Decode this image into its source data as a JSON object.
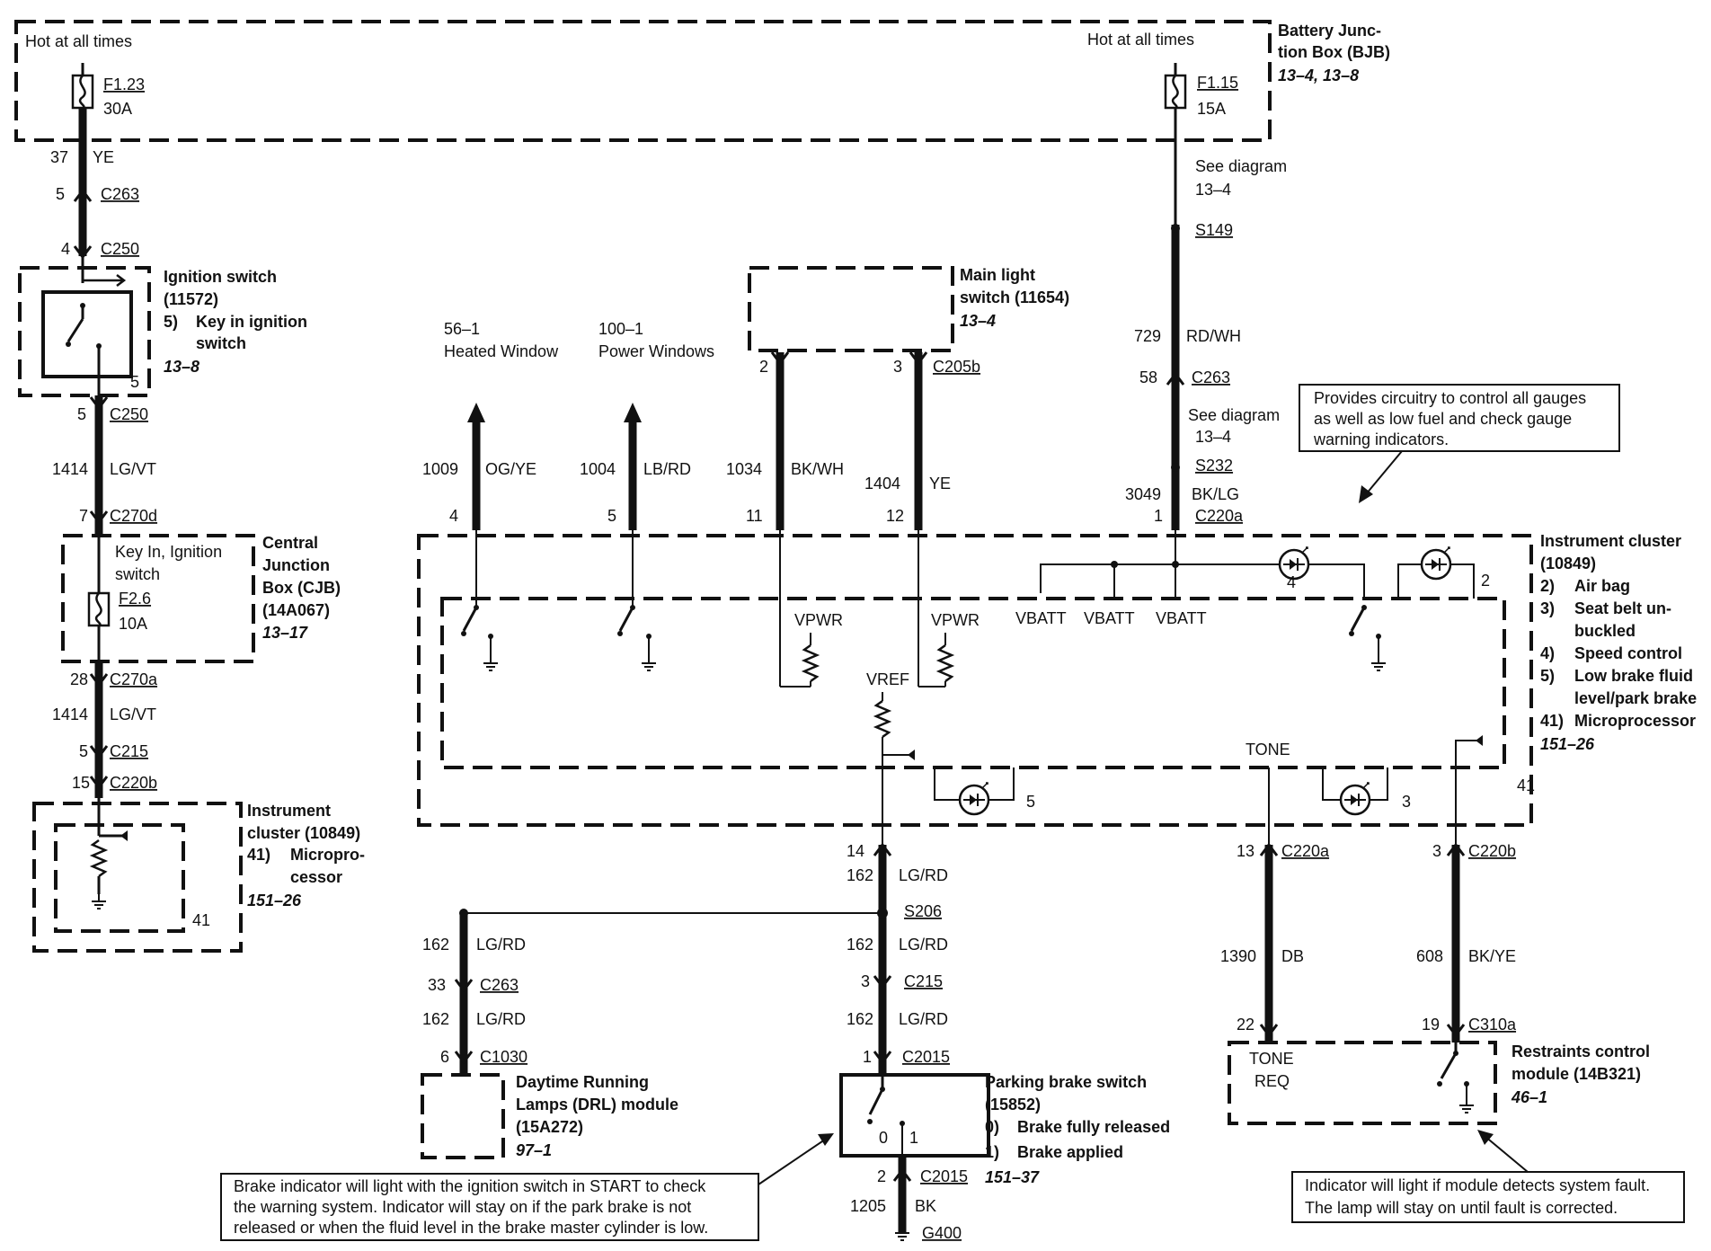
{
  "bjb": {
    "hot_left": "Hot at all times",
    "hot_right": "Hot at all times",
    "title": "Battery Junc-",
    "title2": "tion Box (BJB)",
    "ref": "13–4, 13–8",
    "fuse_left_name": "F1.23",
    "fuse_left_rating": "30A",
    "fuse_right_name": "F1.15",
    "fuse_right_rating": "15A"
  },
  "left_branch": {
    "w1_circuit": "37",
    "w1_color": "YE",
    "c1_pin": "5",
    "c1_name": "C263",
    "c2_pin": "4",
    "c2_name": "C250",
    "ign_title": "Ignition switch",
    "ign_num": "(11572)",
    "ign_item_num": "5)",
    "ign_item": "Key in ignition",
    "ign_item2": "switch",
    "ign_ref": "13–8",
    "ign_pin": "5",
    "c3_pin": "5",
    "c3_name": "C250",
    "w2_circuit": "1414",
    "w2_color": "LG/VT",
    "c4_pin": "7",
    "c4_name": "C270d",
    "cjb_inner": "Key In, Ignition",
    "cjb_inner2": "switch",
    "cjb_fuse": "F2.6",
    "cjb_fuse_rating": "10A",
    "cjb_t1": "Central",
    "cjb_t2": "Junction",
    "cjb_t3": "Box (CJB)",
    "cjb_t4": "(14A067)",
    "cjb_ref": "13–17",
    "c5_pin": "28",
    "c5_name": "C270a",
    "w3_circuit": "1414",
    "w3_color": "LG/VT",
    "c6_pin": "5",
    "c6_name": "C215",
    "c7_pin": "15",
    "c7_name": "C220b",
    "ic_t1": "Instrument",
    "ic_t2": "cluster (10849)",
    "ic_item_num": "41)",
    "ic_item": "Micropro-",
    "ic_item2": "cessor",
    "ic_ref": "151–26",
    "ic_pin": "41"
  },
  "main_light": {
    "t1": "Main light",
    "t2": "switch (11654)",
    "ref": "13–4",
    "pin_a": "2",
    "pin_b": "3",
    "conn": "C205b"
  },
  "top_wires": {
    "heated_ref": "56–1",
    "heated_label": "Heated Window",
    "power_ref": "100–1",
    "power_label": "Power Windows",
    "w1_circuit": "1009",
    "w1_color": "OG/YE",
    "w1_pin": "4",
    "w2_circuit": "1004",
    "w2_color": "LB/RD",
    "w2_pin": "5",
    "w3_circuit": "1034",
    "w3_color": "BK/WH",
    "w3_pin": "11",
    "w4_circuit": "1404",
    "w4_color": "YE",
    "w4_pin": "12"
  },
  "right_branch": {
    "see1": "See diagram",
    "see1_ref": "13–4",
    "splice1": "S149",
    "w1_circuit": "729",
    "w1_color": "RD/WH",
    "c1_pin": "58",
    "c1_name": "C263",
    "see2": "See diagram",
    "see2_ref": "13–4",
    "splice2": "S232",
    "w2_circuit": "3049",
    "w2_color": "BK/LG",
    "c2_pin": "1",
    "c2_name": "C220a"
  },
  "note_cluster": {
    "l1": "Provides circuitry to control all gauges",
    "l2": "as well as low fuel and check gauge",
    "l3": "warning indicators."
  },
  "cluster": {
    "t1": "Instrument cluster",
    "t2": "(10849)",
    "items": [
      {
        "num": "2)",
        "text": "Air bag"
      },
      {
        "num": "3)",
        "text": "Seat belt un-"
      },
      {
        "num": "",
        "text": "buckled"
      },
      {
        "num": "4)",
        "text": "Speed control"
      },
      {
        "num": "5)",
        "text": "Low brake fluid"
      },
      {
        "num": "",
        "text": "level/park brake"
      },
      {
        "num": "41)",
        "text": "Microprocessor"
      }
    ],
    "ref": "151–26",
    "vpwr1": "VPWR",
    "vpwr2": "VPWR",
    "vref": "VREF",
    "vbatt1": "VBATT",
    "vbatt2": "VBATT",
    "vbatt3": "VBATT",
    "tone": "TONE",
    "lamp4": "4",
    "lamp2": "2",
    "lamp5": "5",
    "lamp3": "3",
    "pin41": "41"
  },
  "bottom_center": {
    "c1_pin": "14",
    "w1_circuit": "162",
    "w1_color": "LG/RD",
    "splice": "S206",
    "w2_circuit": "162",
    "w2_color": "LG/RD",
    "c2_pin": "3",
    "c2_name": "C215",
    "w3_circuit": "162",
    "w3_color": "LG/RD",
    "c3_pin": "1",
    "c3_name": "C2015",
    "pb_t1": "Parking brake switch",
    "pb_t2": "(15852)",
    "pb_i1_num": "0)",
    "pb_i1": "Brake fully released",
    "pb_i2_num": "1)",
    "pb_i2": "Brake applied",
    "pb_ref": "151–37",
    "pos0": "0",
    "pos1": "1",
    "c4_pin": "2",
    "c4_name": "C2015",
    "w4_circuit": "1205",
    "w4_color": "BK",
    "ground": "G400"
  },
  "drl": {
    "w1_circuit": "162",
    "w1_color": "LG/RD",
    "c1_pin": "33",
    "c1_name": "C263",
    "w2_circuit": "162",
    "w2_color": "LG/RD",
    "c2_pin": "6",
    "c2_name": "C1030",
    "t1": "Daytime Running",
    "t2": "Lamps (DRL) module",
    "t3": "(15A272)",
    "ref": "97–1"
  },
  "note_brake": {
    "l1": "Brake indicator will light with the ignition switch in START to check",
    "l2": "the warning system. Indicator will stay on if the park brake is not",
    "l3": "released or when the fluid level in the brake master cylinder is low."
  },
  "restraints": {
    "c1_pin": "13",
    "c1_name": "C220a",
    "c2_pin": "3",
    "c2_name": "C220b",
    "w1_circuit": "1390",
    "w1_color": "DB",
    "w2_circuit": "608",
    "w2_color": "BK/YE",
    "c3_pin": "22",
    "c4_pin": "19",
    "c4_name": "C310a",
    "tone": "TONE",
    "req": "REQ",
    "t1": "Restraints control",
    "t2": "module (14B321)",
    "ref": "46–1"
  },
  "note_restraints": {
    "l1": "Indicator will light if module detects system fault.",
    "l2": "The lamp will stay on until fault is corrected."
  }
}
